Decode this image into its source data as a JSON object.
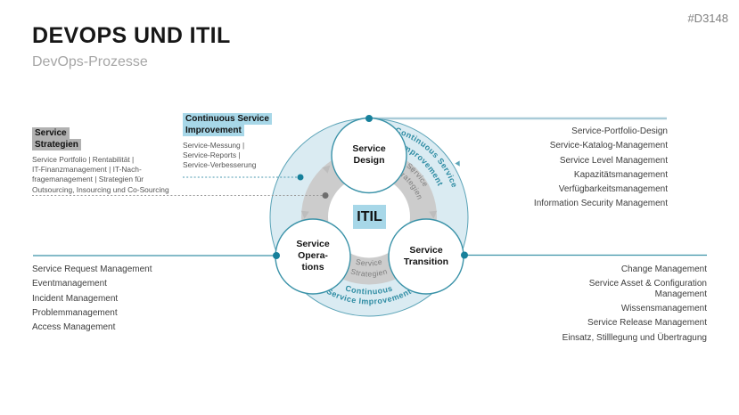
{
  "header": {
    "title": "DEVOPS UND ITIL",
    "subtitle": "DevOps-Prozesse",
    "tag": "#D3148"
  },
  "colors": {
    "accent_teal": "#3a92a8",
    "dot_teal": "#17809b",
    "light_blue_fill": "#daebf2",
    "highlight_blue": "#a7d7e8",
    "highlight_gray": "#b1b1b1",
    "ring_gray": "#cccccc",
    "top_line_blue": "#a9cbd8",
    "curved_teal_text": "#2e8ca3",
    "curved_gray_text": "#7d7d7d"
  },
  "left_panel": {
    "service_strategien": {
      "heading": "Service\nStrategien",
      "body": "Service Portfolio | Rentabilität |\nIT-Finanzmanagement | IT-Nach-\nfragemanagement | Strategien für\nOutsourcing, Insourcing und Co-Sourcing"
    },
    "continuous_service_improvement": {
      "heading": "Continuous Service\nImprovement",
      "body": "Service-Messung |\nService-Reports |\nService-Verbesserung"
    }
  },
  "diagram": {
    "center": "ITIL",
    "nodes": {
      "design": "Service\nDesign",
      "operations": "Service\nOpera-\ntions",
      "transition": "Service\nTransition"
    },
    "curved": {
      "csi_top_1": "Continuous Service",
      "csi_top_2": "Improvement",
      "csi_bottom_1": "Continuous",
      "csi_bottom_2": "Service Improvement",
      "strategien_right_1": "Service",
      "strategien_right_2": "Strategien",
      "strategien_bottom_1": "Service",
      "strategien_bottom_2": "Strategien"
    }
  },
  "lists": {
    "service_design": {
      "items": [
        "Service-Portfolio-Design",
        "Service-Katalog-Management",
        "Service Level Management",
        "Kapazitätsmanagement",
        "Verfügbarkeitsmanagement",
        "Information Security Management"
      ]
    },
    "service_operations": {
      "items": [
        "Service Request Management",
        "Eventmanagement",
        "Incident Management",
        "Problemmanagement",
        "Access Management"
      ]
    },
    "service_transition": {
      "items": [
        "Change Management",
        "Service Asset & Configuration\nManagement",
        "Wissensmanagement",
        "Service Release Management",
        "Einsatz, Stilllegung und Übertragung"
      ]
    }
  }
}
